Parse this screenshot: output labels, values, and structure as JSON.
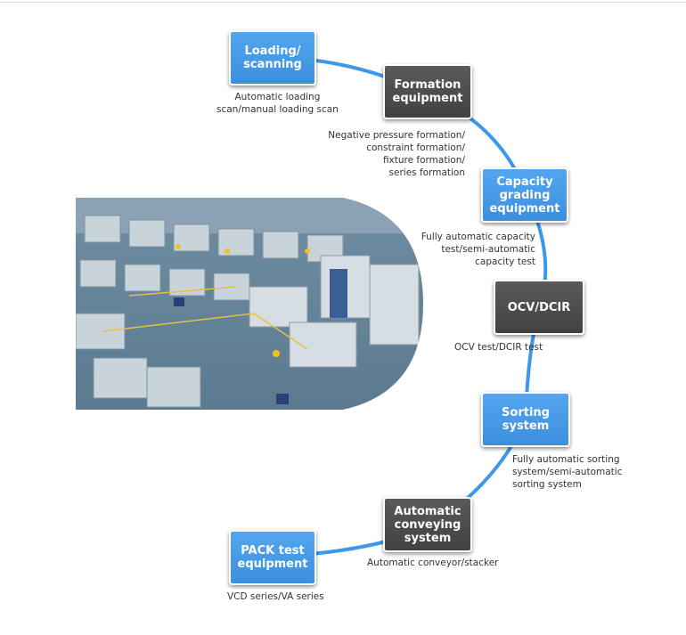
{
  "stages": [
    {
      "title": "Loading/\nscanning",
      "desc": "Automatic loading\nscan/manual loading scan",
      "style": "blue",
      "icon": "scan-icon"
    },
    {
      "title": "Formation\nequipment",
      "desc": "Negative pressure formation/\nconstraint formation/\nfixture formation/\nseries formation",
      "style": "dark",
      "icon": "formation-icon"
    },
    {
      "title": "Capacity\ngrading\nequipment",
      "desc": "Fully automatic capacity\ntest/semi-automatic\ncapacity test",
      "style": "blue",
      "icon": "capacity-icon"
    },
    {
      "title": "OCV/DCIR",
      "desc": "OCV test/DCIR test",
      "style": "dark",
      "icon": "ocv-icon"
    },
    {
      "title": "Sorting\nsystem",
      "desc": "Fully automatic sorting\nsystem/semi-automatic\nsorting system",
      "style": "blue",
      "icon": "sorting-icon"
    },
    {
      "title": "Automatic\nconveying\nsystem",
      "desc": "Automatic conveyor/stacker",
      "style": "dark",
      "icon": "conveyor-icon"
    },
    {
      "title": "PACK test\nequipment",
      "desc": "VCD series/VA series",
      "style": "blue",
      "icon": "pack-icon"
    }
  ],
  "colors": {
    "blue": "#3b8fdf",
    "dark": "#4a4a4a",
    "connector": "#3c98e8"
  },
  "image": {
    "subject": "battery-factory-illustration"
  }
}
